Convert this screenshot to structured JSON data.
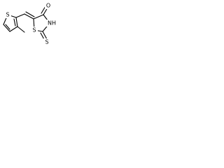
{
  "molecule": {
    "atoms": {
      "s_thiophene": "S",
      "s_ring": "S",
      "n_ring": "NH",
      "o_carbonyl": "O",
      "s_thioxo": "S"
    }
  },
  "colors": {
    "bond": "#000000",
    "label": "#000000",
    "background": "#ffffff"
  }
}
